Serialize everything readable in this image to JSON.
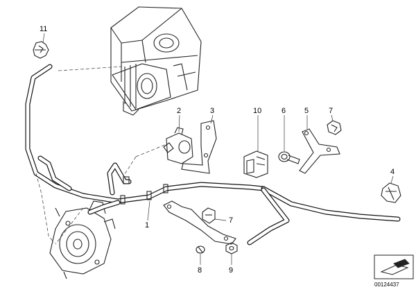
{
  "diagram": {
    "callouts": [
      {
        "id": "callout-11",
        "label": "11"
      },
      {
        "id": "callout-2",
        "label": "2"
      },
      {
        "id": "callout-3",
        "label": "3"
      },
      {
        "id": "callout-10",
        "label": "10"
      },
      {
        "id": "callout-6-top",
        "label": "6"
      },
      {
        "id": "callout-5",
        "label": "5"
      },
      {
        "id": "callout-7-top",
        "label": "7"
      },
      {
        "id": "callout-4",
        "label": "4"
      },
      {
        "id": "callout-1",
        "label": "1"
      },
      {
        "id": "callout-7-bottom",
        "label": "7"
      },
      {
        "id": "callout-8",
        "label": "8"
      },
      {
        "id": "callout-9",
        "label": "9"
      }
    ],
    "catalog_number": "00124437"
  }
}
